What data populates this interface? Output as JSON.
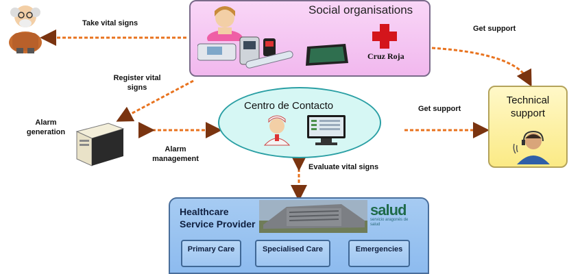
{
  "social": {
    "title": "Social organisations",
    "cruz_roja": "Cruz Roja"
  },
  "contact": {
    "title": "Centro de Contacto"
  },
  "tech": {
    "title_line1": "Technical",
    "title_line2": "support"
  },
  "health": {
    "title_line1": "Healthcare",
    "title_line2": "Service Provider",
    "logo": "salud",
    "logo_sub": "servicio aragonés de salud",
    "units": [
      "Primary Care",
      "Specialised Care",
      "Emergencies"
    ]
  },
  "arrows": {
    "take_vital_signs": "Take vital signs",
    "register_line1": "Register vital",
    "register_line2": "signs",
    "alarm_gen_line1": "Alarm",
    "alarm_gen_line2": "generation",
    "alarm_mgmt_line1": "Alarm",
    "alarm_mgmt_line2": "management",
    "get_support_top": "Get support",
    "get_support_mid": "Get support",
    "evaluate": "Evaluate vital signs"
  },
  "colors": {
    "arrow": "#e8731f",
    "arrow_dark": "#8a3b10",
    "cross": "#d4151b"
  }
}
